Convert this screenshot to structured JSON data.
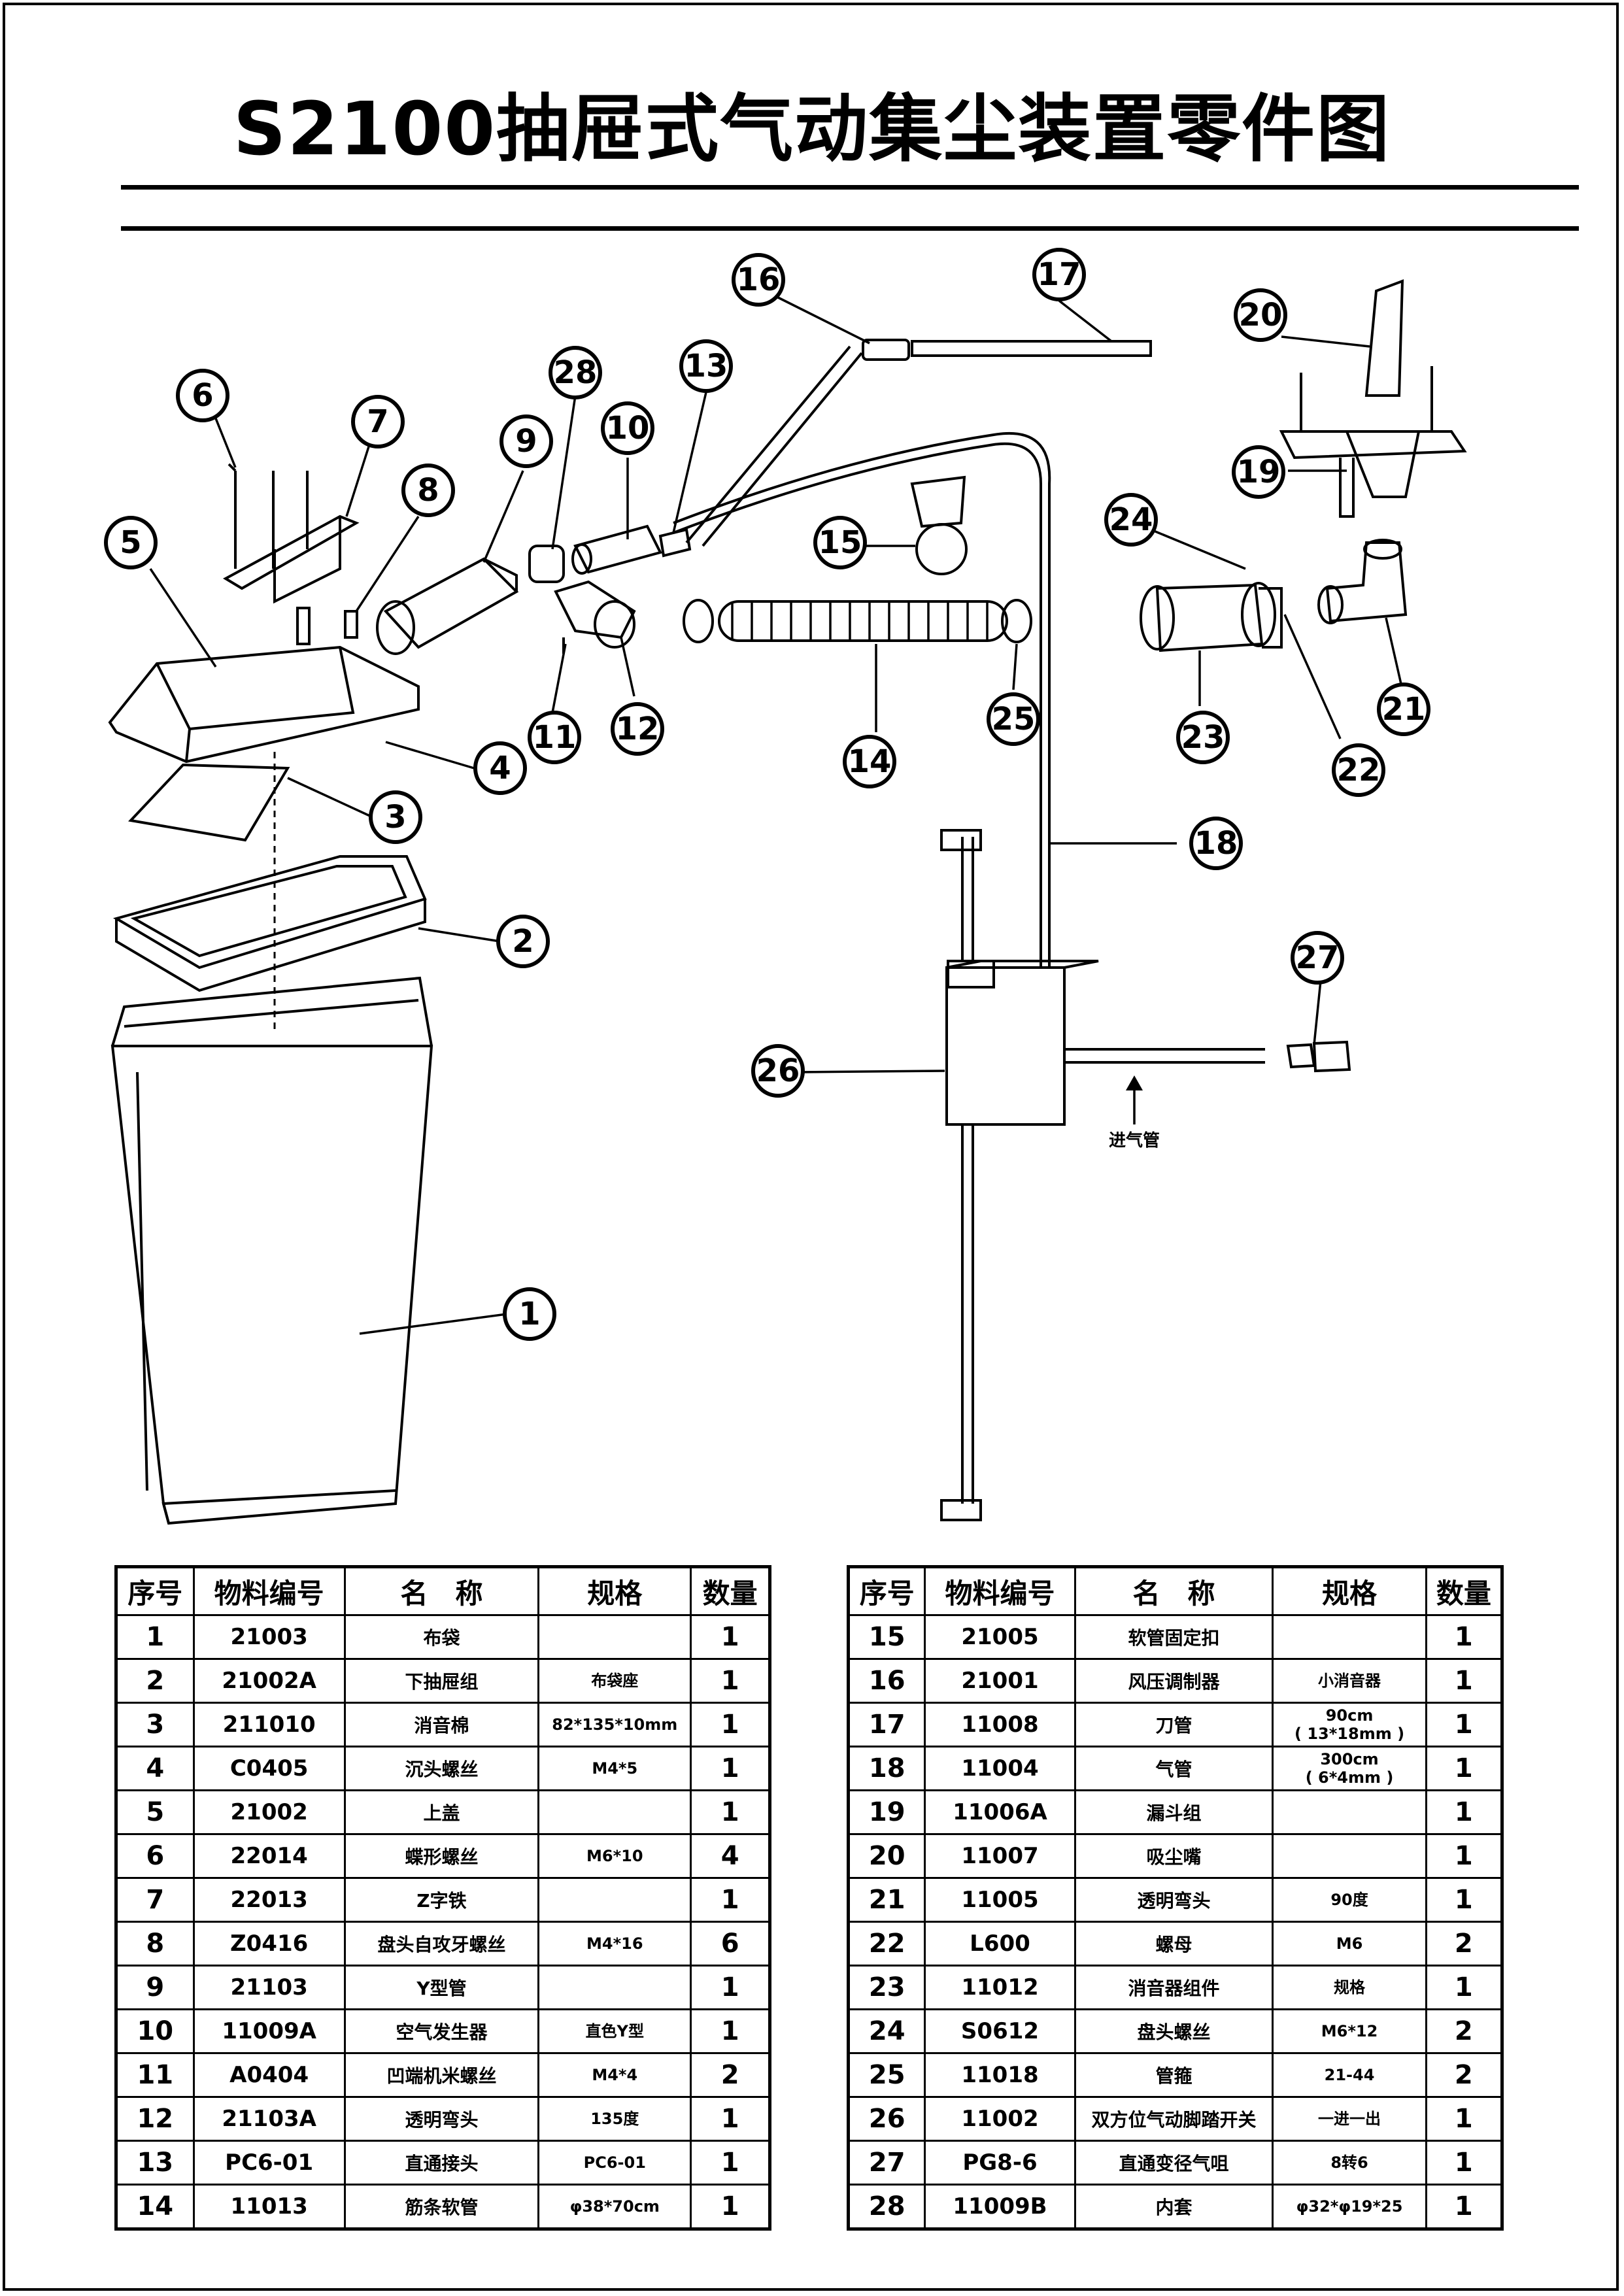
{
  "title": "S2100抽屉式气动集尘装置零件图",
  "air_inlet_label": "进气管",
  "callouts": [
    "1",
    "2",
    "3",
    "4",
    "5",
    "6",
    "7",
    "8",
    "9",
    "10",
    "11",
    "12",
    "13",
    "14",
    "15",
    "16",
    "17",
    "18",
    "19",
    "20",
    "21",
    "22",
    "23",
    "24",
    "25",
    "26",
    "27",
    "28"
  ],
  "table_headers": {
    "no": "序号",
    "code": "物料编号",
    "name": "名　称",
    "spec": "规格",
    "qty": "数量"
  },
  "parts_left": [
    {
      "no": "1",
      "code": "21003",
      "name": "布袋",
      "spec": "",
      "qty": "1"
    },
    {
      "no": "2",
      "code": "21002A",
      "name": "下抽屉组",
      "spec": "布袋座",
      "qty": "1"
    },
    {
      "no": "3",
      "code": "211010",
      "name": "消音棉",
      "spec": "82*135*10mm",
      "qty": "1"
    },
    {
      "no": "4",
      "code": "C0405",
      "name": "沉头螺丝",
      "spec": "M4*5",
      "qty": "1"
    },
    {
      "no": "5",
      "code": "21002",
      "name": "上盖",
      "spec": "",
      "qty": "1"
    },
    {
      "no": "6",
      "code": "22014",
      "name": "蝶形螺丝",
      "spec": "M6*10",
      "qty": "4"
    },
    {
      "no": "7",
      "code": "22013",
      "name": "Z字铁",
      "spec": "",
      "qty": "1"
    },
    {
      "no": "8",
      "code": "Z0416",
      "name": "盘头自攻牙螺丝",
      "spec": "M4*16",
      "qty": "6"
    },
    {
      "no": "9",
      "code": "21103",
      "name": "Y型管",
      "spec": "",
      "qty": "1"
    },
    {
      "no": "10",
      "code": "11009A",
      "name": "空气发生器",
      "spec": "直色Y型",
      "qty": "1"
    },
    {
      "no": "11",
      "code": "A0404",
      "name": "凹端机米螺丝",
      "spec": "M4*4",
      "qty": "2"
    },
    {
      "no": "12",
      "code": "21103A",
      "name": "透明弯头",
      "spec": "135度",
      "qty": "1"
    },
    {
      "no": "13",
      "code": "PC6-01",
      "name": "直通接头",
      "spec": "PC6-01",
      "qty": "1"
    },
    {
      "no": "14",
      "code": "11013",
      "name": "筋条软管",
      "spec": "φ38*70cm",
      "qty": "1"
    }
  ],
  "parts_right": [
    {
      "no": "15",
      "code": "21005",
      "name": "软管固定扣",
      "spec": "",
      "qty": "1"
    },
    {
      "no": "16",
      "code": "21001",
      "name": "风压调制器",
      "spec": "小消音器",
      "qty": "1"
    },
    {
      "no": "17",
      "code": "11008",
      "name": "刀管",
      "spec": "90cm\n( 13*18mm )",
      "qty": "1"
    },
    {
      "no": "18",
      "code": "11004",
      "name": "气管",
      "spec": "300cm\n( 6*4mm )",
      "qty": "1"
    },
    {
      "no": "19",
      "code": "11006A",
      "name": "漏斗组",
      "spec": "",
      "qty": "1"
    },
    {
      "no": "20",
      "code": "11007",
      "name": "吸尘嘴",
      "spec": "",
      "qty": "1"
    },
    {
      "no": "21",
      "code": "11005",
      "name": "透明弯头",
      "spec": "90度",
      "qty": "1"
    },
    {
      "no": "22",
      "code": "L600",
      "name": "螺母",
      "spec": "M6",
      "qty": "2"
    },
    {
      "no": "23",
      "code": "11012",
      "name": "消音器组件",
      "spec": "规格",
      "qty": "1"
    },
    {
      "no": "24",
      "code": "S0612",
      "name": "盘头螺丝",
      "spec": "M6*12",
      "qty": "2"
    },
    {
      "no": "25",
      "code": "11018",
      "name": "管箍",
      "spec": "21-44",
      "qty": "2"
    },
    {
      "no": "26",
      "code": "11002",
      "name": "双方位气动脚踏开关",
      "spec": "一进一出",
      "qty": "1"
    },
    {
      "no": "27",
      "code": "PG8-6",
      "name": "直通变径气咀",
      "spec": "8转6",
      "qty": "1"
    },
    {
      "no": "28",
      "code": "11009B",
      "name": "内套",
      "spec": "φ32*φ19*25",
      "qty": "1"
    }
  ]
}
